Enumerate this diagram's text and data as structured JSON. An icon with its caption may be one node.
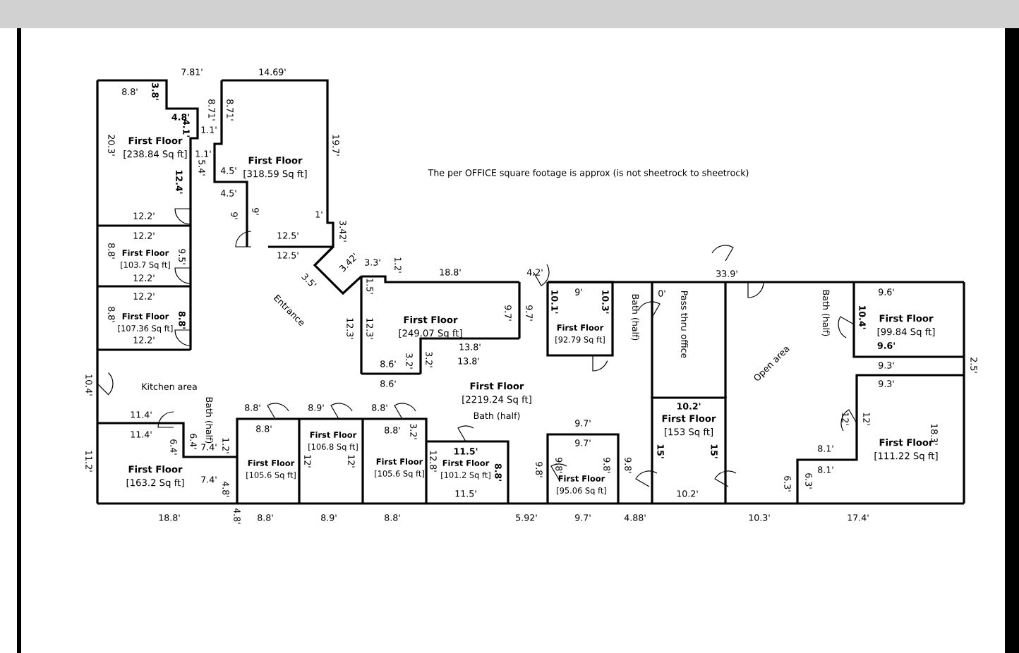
{
  "diagram": {
    "nodes": [
      {
        "text": [
          "First Floor",
          "[238.84 Sq ft]"
        ]
      },
      {
        "text": [
          "First Floor",
          "[318.59 Sq ft]"
        ]
      },
      {
        "text": [
          "First Floor",
          "[103.7 Sq ft]"
        ]
      },
      {
        "text": [
          "First Floor",
          "[107.36 Sq ft]"
        ]
      },
      {
        "text": [
          "First Floor",
          "[249.07 Sq ft]"
        ]
      },
      {
        "text": [
          "First Floor",
          "[2219.24 Sq ft]"
        ]
      },
      {
        "text": [
          "First Floor",
          "[92.79 Sq ft]"
        ]
      },
      {
        "text": [
          "First Floor",
          "[153 Sq ft]"
        ]
      },
      {
        "text": [
          "First Floor",
          "[99.84 Sq ft]"
        ]
      },
      {
        "text": [
          "First Floor",
          "[111.22 Sq ft]"
        ]
      },
      {
        "text": [
          "First Floor",
          "[163.2 Sq ft]"
        ]
      },
      {
        "text": [
          "First Floor",
          "[105.6 Sq ft]"
        ]
      },
      {
        "text": [
          "First Floor",
          "[106.8 Sq ft]"
        ]
      },
      {
        "text": [
          "First Floor",
          "[105.6 Sq ft]"
        ]
      },
      {
        "text": [
          "First Floor",
          "[101.2 Sq ft]"
        ]
      },
      {
        "text": [
          "First Floor",
          "[95.06 Sq ft]"
        ]
      }
    ],
    "labels": [
      "The per OFFICE square footage is approx (is not sheetrock to sheetrock)",
      "7.81'",
      "14.69'",
      "8.8'",
      "3.8'",
      "4.8'",
      "4.1'",
      "8.71'",
      "8.71'",
      "1.1'",
      "20.3'",
      "1.1'",
      "5.4'",
      "4.5'",
      "4.5'",
      "19.7'",
      "12.4'",
      "9'",
      "9'",
      "12.2'",
      "1'",
      "3.42'",
      "12.5'",
      "12.5'",
      "12.2'",
      "8.8'",
      "9.5'",
      "12.2'",
      "3.5'",
      "3.42'",
      "3.3'",
      "1.2'",
      "1.5'",
      "Entrance",
      "18.8'",
      "4.2'",
      "9.7'",
      "9.7'",
      "12.3'",
      "12.3'",
      "13.8'",
      "13.8'",
      "3.2'",
      "3.2'",
      "8.6'",
      "8.6'",
      "Bath (half)",
      "12.2'",
      "8.8'",
      "8.8'",
      "12.2'",
      "10.4'",
      "Kitchen area",
      "Bath (half)",
      "11.4'",
      "11.4'",
      "6.4'",
      "6.4'",
      "7.4'",
      "1.2'",
      "7.4'",
      "4.8'",
      "11.2'",
      "8.8'",
      "8.9'",
      "8.8'",
      "8.8'",
      "8.8'",
      "3.2'",
      "11.5'",
      "12'",
      "12'",
      "12.8'",
      "8.8'",
      "11.5'",
      "9.8'",
      "18.8'",
      "4.8'",
      "8.8'",
      "8.9'",
      "8.8'",
      "5.92'",
      "9'",
      "10.1'",
      "10.3'",
      "0'",
      "Bath (half)",
      "Pass thru office",
      "33.9'",
      "Open area",
      "10.2'",
      "9.7'",
      "9.7'",
      "9.8'",
      "9.8'",
      "9.8'",
      "15'",
      "15'",
      "10.2'",
      "9.7'",
      "4.88'",
      "10.3'",
      "6.3'",
      "Bath (half)",
      "9.6'",
      "10.4'",
      "9.6'",
      "9.3'",
      "9.3'",
      "2.5'",
      "12'",
      "12'",
      "18.3'",
      "8.1'",
      "8.1'",
      "6.3'",
      "17.4'"
    ]
  }
}
